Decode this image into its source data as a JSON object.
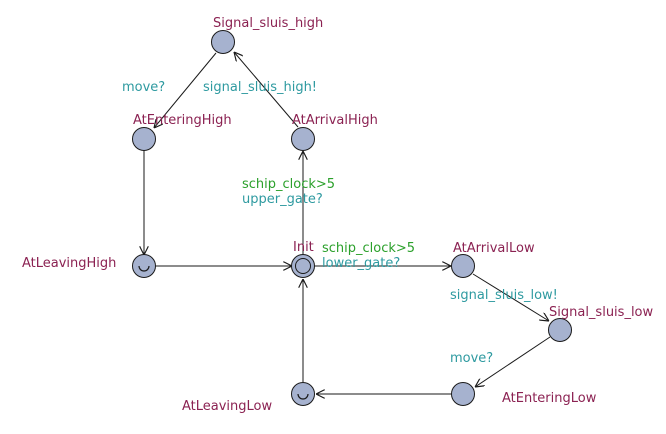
{
  "colors": {
    "location_name": "#8b2252",
    "guard": "#2ba02b",
    "sync": "#2e9aa0",
    "location_fill": "#a6b2cf",
    "edge": "#1a1a1a"
  },
  "locations": {
    "signal_sluis_high": {
      "name": "Signal_sluis_high"
    },
    "at_entering_high": {
      "name": "AtEnteringHigh"
    },
    "at_arrival_high": {
      "name": "AtArrivalHigh"
    },
    "at_leaving_high": {
      "name": "AtLeavingHigh",
      "kind": "urgent"
    },
    "init": {
      "name": "Init",
      "kind": "initial"
    },
    "at_arrival_low": {
      "name": "AtArrivalLow"
    },
    "signal_sluis_low": {
      "name": "Signal_sluis_low"
    },
    "at_entering_low": {
      "name": "AtEnteringLow"
    },
    "at_leaving_low": {
      "name": "AtLeavingLow",
      "kind": "urgent"
    }
  },
  "edges": {
    "signal_to_entering_high": {
      "sync": "move?"
    },
    "arrival_to_signal_high": {
      "sync": "signal_sluis_high!"
    },
    "init_to_arrival_high": {
      "guard": "schip_clock>5",
      "sync": "upper_gate?"
    },
    "init_to_arrival_low": {
      "guard": "schip_clock>5",
      "sync": "lower_gate?"
    },
    "arrival_to_signal_low": {
      "sync": "signal_sluis_low!"
    },
    "signal_to_entering_low": {
      "sync": "move?"
    }
  }
}
